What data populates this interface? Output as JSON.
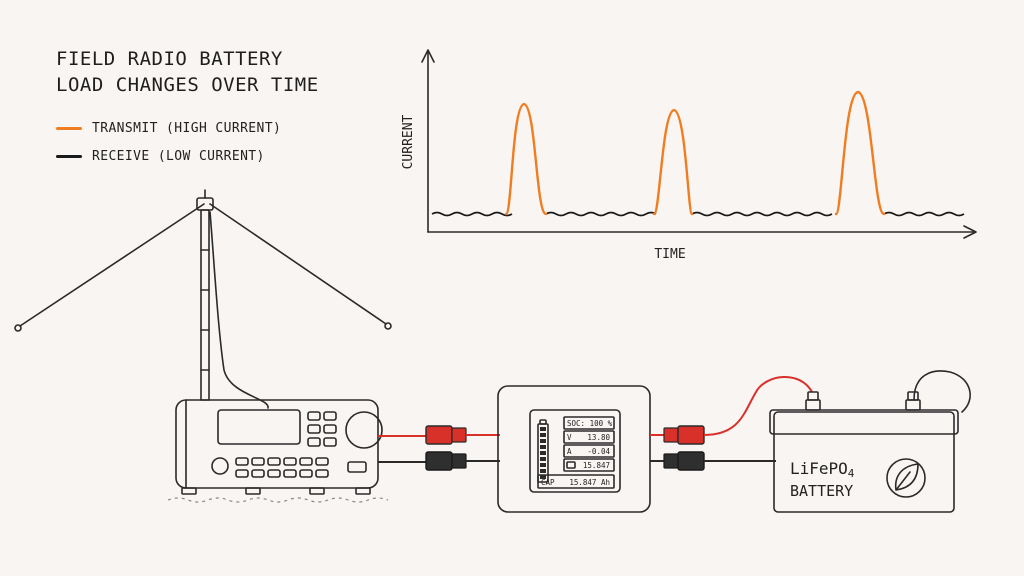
{
  "title": {
    "line1": "FIELD RADIO BATTERY",
    "line2": "LOAD CHANGES OVER TIME"
  },
  "legend": [
    {
      "label": "TRANSMIT (HIGH CURRENT)",
      "color": "#f07d22"
    },
    {
      "label": "RECEIVE (LOW CURRENT)",
      "color": "#1a1a1a"
    }
  ],
  "graph": {
    "y_label": "CURRENT",
    "x_label": "TIME"
  },
  "monitor": {
    "soc": "SOC: 100 %",
    "v_label": "V",
    "v_value": "13.80",
    "a_label": "A",
    "a_value": "-0.04",
    "cap_value": "15.847",
    "cap_label": "CAP",
    "cap_total": "15.847 Ah"
  },
  "battery": {
    "chem": "LiFePO",
    "chem_sub": "4",
    "label": "BATTERY"
  },
  "colors": {
    "transmit": "#f07d22",
    "receive": "#1a1a1a",
    "positive_wire": "#d8312a",
    "negative_wire": "#2a2a2a"
  }
}
